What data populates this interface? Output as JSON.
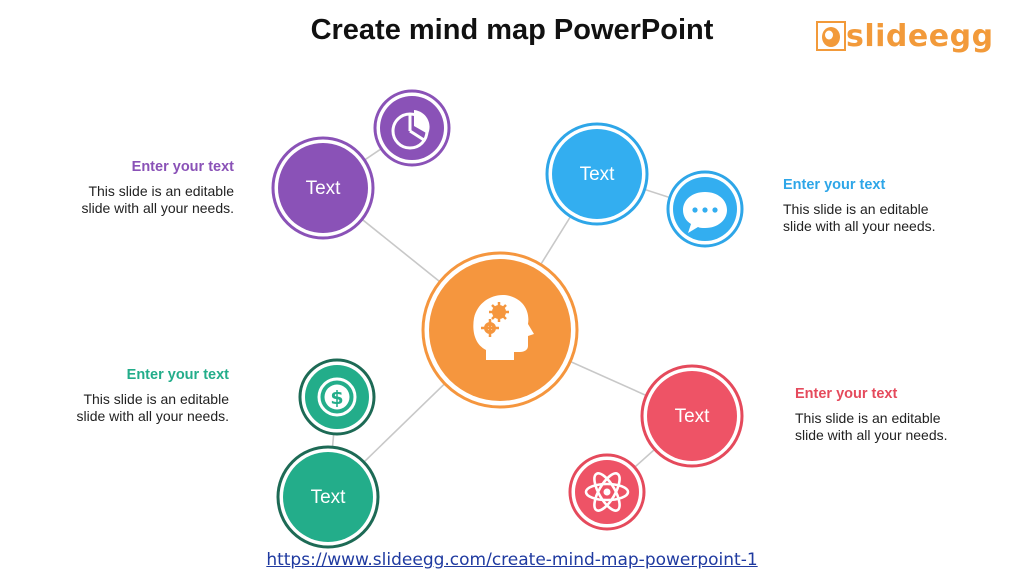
{
  "title": "Create mind map PowerPoint",
  "logo": {
    "text": "slideegg",
    "color": "#f29a3a"
  },
  "center": {
    "color": "#f5963e",
    "icon": "head-gears-icon"
  },
  "nodes": [
    {
      "label": "Text",
      "color": "#8a52b7",
      "icon": "pie-chart-icon",
      "heading": "Enter your text",
      "body_line1": "This slide is an editable",
      "body_line2": "slide with  all your needs."
    },
    {
      "label": "Text",
      "color": "#2ea6e8",
      "icon": "chat-bubble-icon",
      "heading": "Enter your text",
      "body_line1": "This slide is an editable",
      "body_line2": "slide with  all your needs."
    },
    {
      "label": "Text",
      "color": "#23ad8a",
      "icon": "dollar-coin-icon",
      "heading": "Enter your text",
      "body_line1": "This slide is an editable",
      "body_line2": "slide with  all your needs."
    },
    {
      "label": "Text",
      "color": "#e54a5c",
      "icon": "atom-icon",
      "heading": "Enter your text",
      "body_line1": "This slide is an editable",
      "body_line2": "slide with  all your needs."
    }
  ],
  "footer_link": "https://www.slideegg.com/create-mind-map-powerpoint-1"
}
